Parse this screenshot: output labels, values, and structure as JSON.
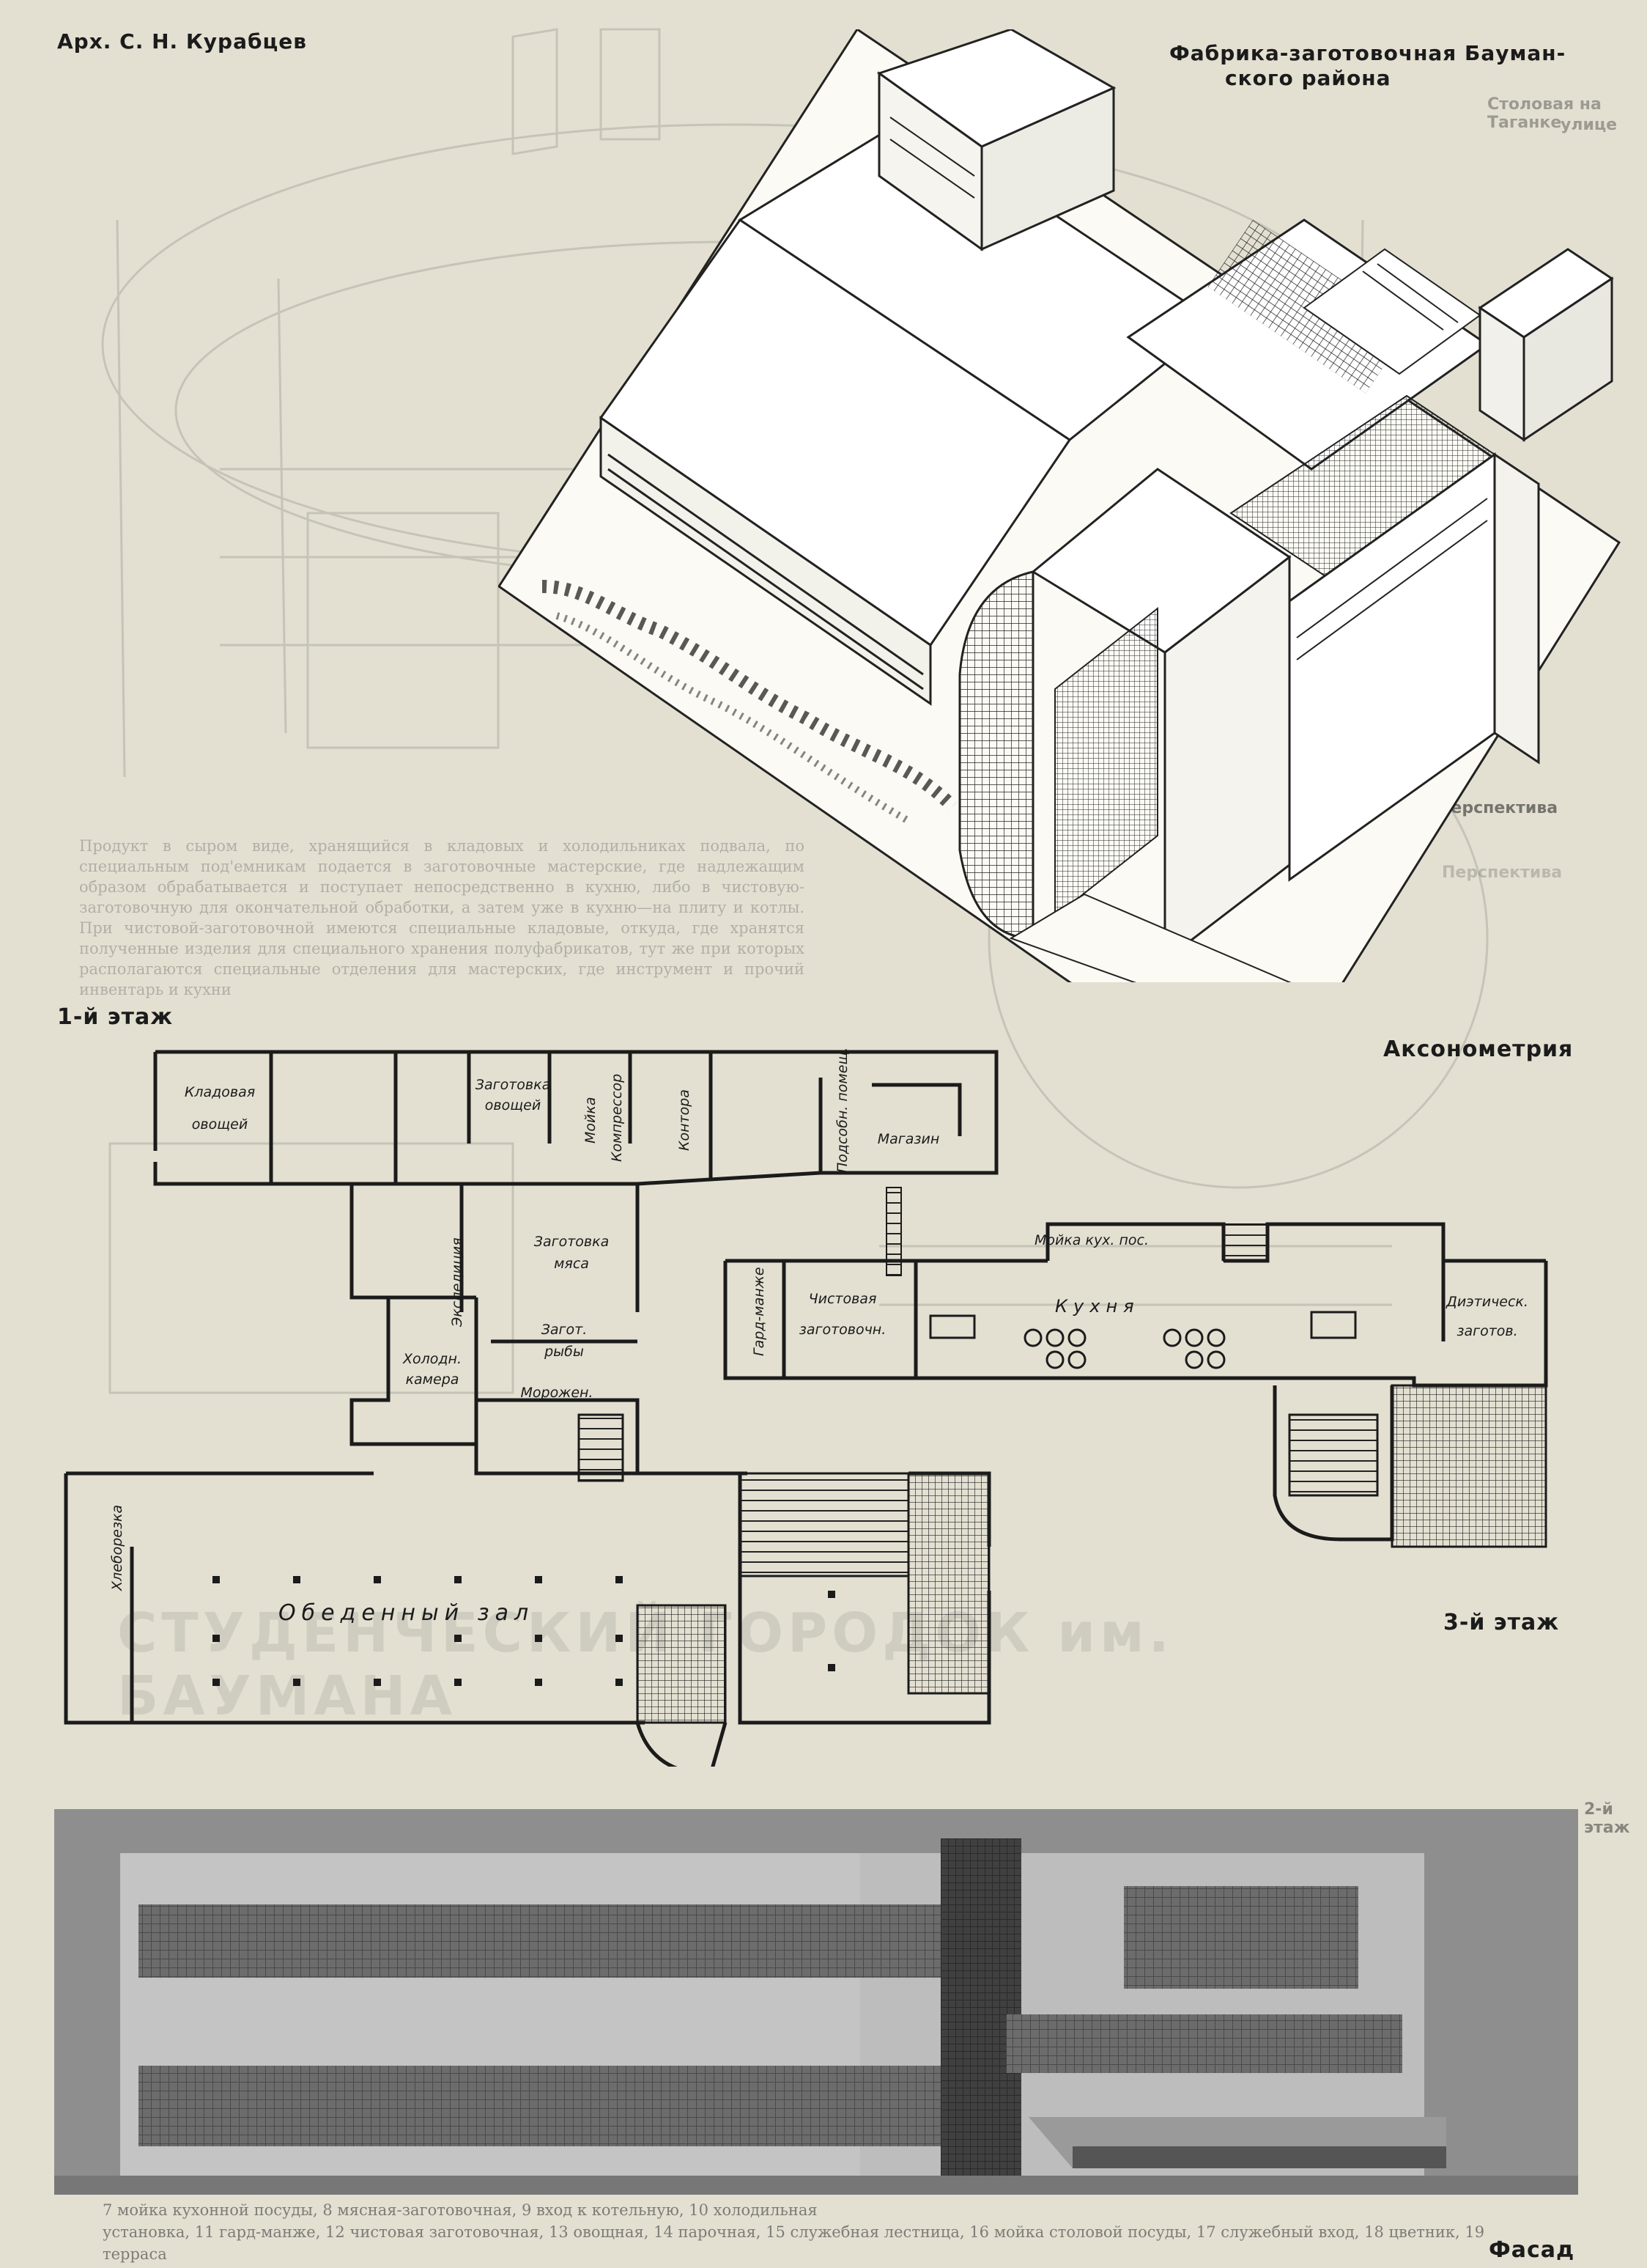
{
  "header": {
    "author": "Арх. С. Н. Курабцев",
    "title_line1": "Фабрика-заготовочная Бауман-",
    "title_line2": "ского района"
  },
  "side_labels": {
    "top_right_line1": "Столовая на Таганке",
    "top_right_line2": "улице",
    "perspective_dark": "Перспектива",
    "perspective_faint": "Перспектива",
    "ghost_heading": "2-й этаж"
  },
  "captions": {
    "axonometry": "Аксонометрия",
    "floor1": "1-й этаж",
    "floor3": "3-й этаж",
    "facade": "Фасад"
  },
  "ghost_text": {
    "body": "Продукт в сыром виде, хранящийся в кладовых и холодильниках подвала, по специальным под'емникам подается в заготовочные мастерские, где надлежащим образом обрабатывается и поступает непосредственно в кухню, либо в чистовую-заготовочную для окончательной обработки, а затем уже в кухню—на плиту и котлы. При чистовой-заготовочной имеются специальные кладовые, откуда, где хранятся полученные изделия для специального хранения полуфабрикатов, тут же при которых располагаются специальные отделения для мастерских, где инструмент и прочий инвентарь и кухни",
    "ghost_watermark": "СТУДЕНЧЕСКИЙ ГОРОДОК им. БАУМАНА"
  },
  "facade_caption": {
    "line1": "7 мойка кухонной посуды, 8 мясная-заготовочная, 9 вход к котельную, 10 холодильная",
    "line2": "установка, 11 гард-манже, 12 чистовая заготовочная, 13 овощная, 14 парочная, 15 служебная лестница, 16 мойка столовой посуды, 17 служебный вход, 18 цветник, 19 терраса"
  },
  "floor1_rooms": {
    "kladovaya_1": "Кладовая",
    "kladovaya_2": "овощей",
    "zagot_ovoshch_1": "Заготовка",
    "zagot_ovoshch_2": "овощей",
    "moika": "Мойка",
    "kompressor": "Компрессор",
    "kontora": "Контора",
    "podsobn": "Подсобн. помещ.",
    "magazin": "Магазин",
    "ekspeditsiya": "Экспедиция",
    "zagot_myasa_1": "Заготовка",
    "zagot_myasa_2": "мяса",
    "zagot_ryby_1": "Загот.",
    "zagot_ryby_2": "рыбы",
    "morozhen": "Морожен.",
    "holod_1": "Холодн.",
    "holod_2": "камера",
    "hleborezka": "Хлеборезка",
    "obedenny": "Обеденный зал"
  },
  "floor3_rooms": {
    "moika_kuh": "Мойка кух. пос.",
    "gard_manzhe": "Гард-манже",
    "chistovaya_1": "Чистовая",
    "chistovaya_2": "заготовочн.",
    "kuhnya": "Кухня",
    "dietich_1": "Диэтическ.",
    "dietich_2": "заготов."
  }
}
